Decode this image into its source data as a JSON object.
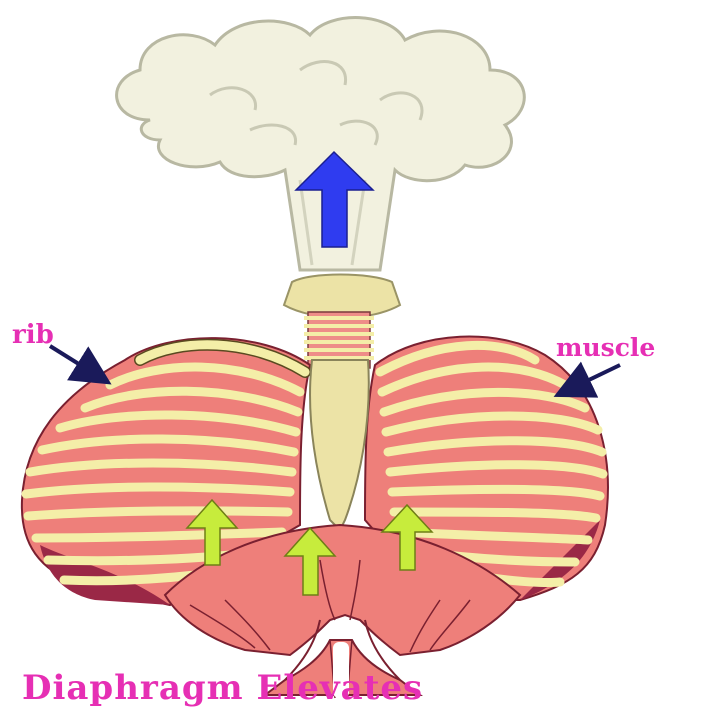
{
  "labels": {
    "rib": "rib",
    "muscle": "muscle",
    "caption": "Diaphragm Elevates"
  },
  "colors": {
    "label": "#e62fb4",
    "air_arrow": "#2f3cf0",
    "diaphragm_arrow": "#c7ec3c",
    "pointer_arrow": "#1a1a5a",
    "lung": "#ee7f7a",
    "lung_dark": "#9a2846",
    "rib": "#f4eea8",
    "cloud": "#f2f1df"
  },
  "icons": {
    "exhale_cloud": "cloud-icon",
    "air_out": "arrow-up-icon",
    "diaphragm_push": "arrow-up-icon",
    "pointer": "arrow-pointer-icon"
  }
}
